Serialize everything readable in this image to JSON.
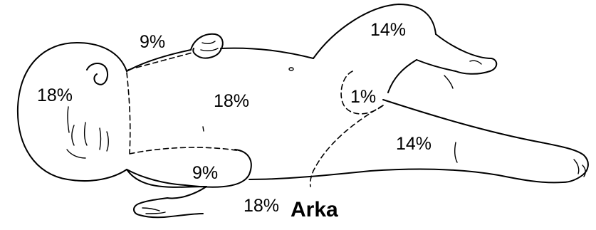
{
  "regions": {
    "head": "18%",
    "right_arm": "9%",
    "left_arm": "9%",
    "trunk_front": "18%",
    "genitals": "1%",
    "raised_leg": "14%",
    "extended_leg": "14%",
    "back": "18%"
  },
  "view_label": "Arka"
}
